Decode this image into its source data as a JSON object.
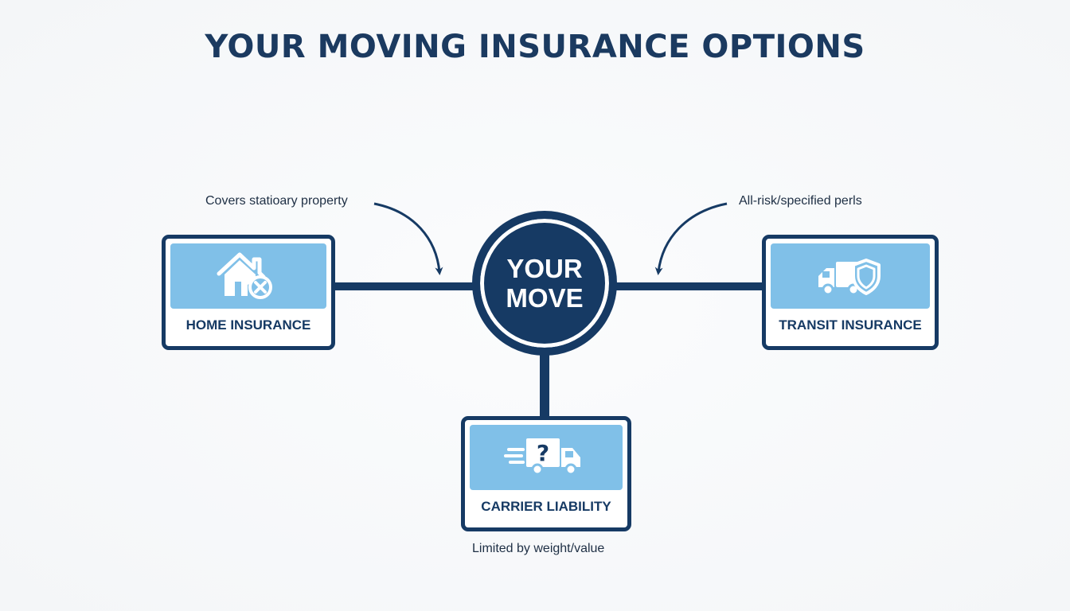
{
  "title": "YOUR MOVING INSURANCE OPTIONS",
  "hub": {
    "label": "YOUR MOVE"
  },
  "options": {
    "home": {
      "label": "HOME INSURANCE",
      "icon": "house-x-icon"
    },
    "transit": {
      "label": "TRANSIT INSURANCE",
      "icon": "truck-shield-icon"
    },
    "carrier": {
      "label": "CARRIER LIABILITY",
      "icon": "truck-question-icon"
    }
  },
  "annotations": {
    "home": "Covers statioary property",
    "transit": "All-risk/specified perls",
    "carrier": "Limited by weight/value"
  },
  "colors": {
    "navy": "#163a64",
    "title": "#1b3a60",
    "icon_panel": "#80c0e8",
    "background": "#f7f9fa"
  }
}
